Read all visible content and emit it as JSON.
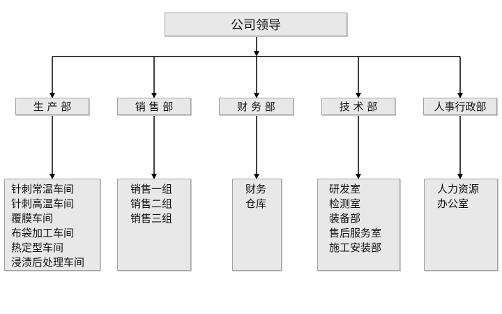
{
  "root": {
    "label": "公司领导"
  },
  "departments": [
    {
      "label": "生 产 部",
      "items": [
        "针刺常温车间",
        "针刺高温车间",
        "覆膜车间",
        "布袋加工车间",
        "热定型车间",
        "浸渍后处理车间"
      ]
    },
    {
      "label": "销 售 部",
      "items": [
        "销售一组",
        "销售二组",
        "销售三组"
      ]
    },
    {
      "label": "财 务 部",
      "items": [
        "财务",
        "仓库"
      ]
    },
    {
      "label": "技 术 部",
      "items": [
        "研发室",
        "检测室",
        "装备部",
        "售后服务室",
        "施工安装部"
      ]
    },
    {
      "label": "人事行政部",
      "items": [
        "人力资源",
        "办公室"
      ]
    }
  ],
  "colors": {
    "box_fill": "#e8e8e8",
    "box_border": "#a0a0a0",
    "line": "#000000"
  }
}
